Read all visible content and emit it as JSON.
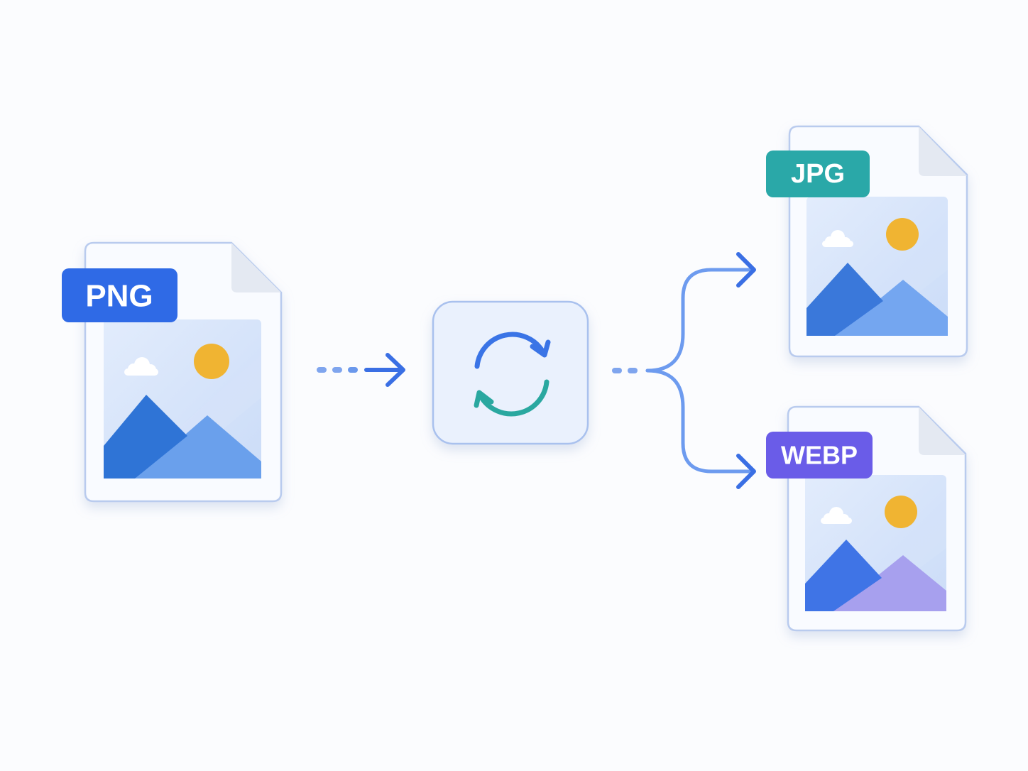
{
  "source": {
    "badge": "PNG",
    "badge_color": "#2f6ae6"
  },
  "converter": {
    "icon": "refresh-icon",
    "arrow_colors": [
      "#3a74e6",
      "#2aa8a0"
    ]
  },
  "outputs": [
    {
      "badge": "JPG",
      "badge_color": "#2aa8a8",
      "mountain_back": "#74a6f0",
      "mountain_front": "#3a78da"
    },
    {
      "badge": "WEBP",
      "badge_color": "#6a5ce8",
      "mountain_back": "#a7a0ee",
      "mountain_front": "#3f74e6"
    }
  ],
  "colors": {
    "connector": "#3a6fe4",
    "sun": "#f0b432",
    "doc_border": "#b9cbee",
    "image_bg": "#dce8fb"
  }
}
